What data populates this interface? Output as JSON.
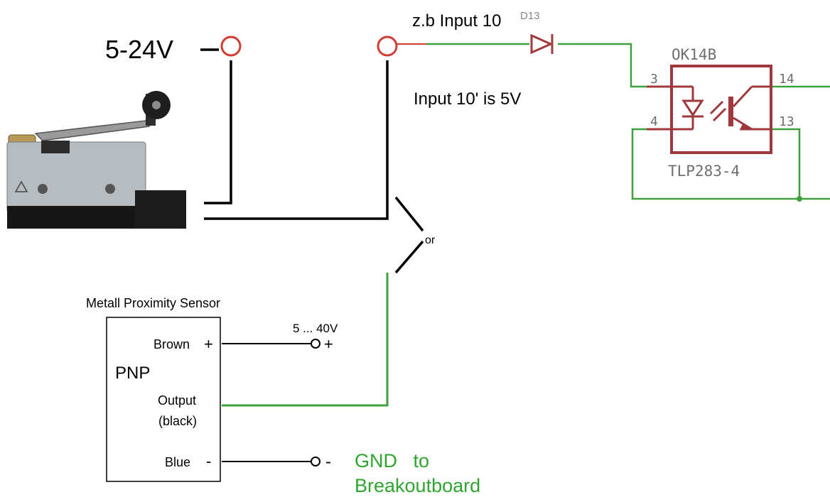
{
  "supply_label": "5-24V",
  "input_label": "z.b Input 10",
  "input_note": "Input 10' is  5V",
  "or_label": "or",
  "diode": {
    "ref": "D13"
  },
  "optocoupler": {
    "ref": "OK14B",
    "part": "TLP283-4",
    "pins": {
      "p3": "3",
      "p4": "4",
      "p14": "14",
      "p13": "13"
    }
  },
  "sensor": {
    "title": "Metall Proximity Sensor",
    "type_label": "PNP",
    "brown_label": "Brown",
    "brown_sign": "+",
    "output_line1": "Output",
    "output_line2": "(black)",
    "blue_label": "Blue",
    "blue_sign": "-",
    "supply_label": "5 ... 40V",
    "supply_sign": "+",
    "gnd_sign": "-"
  },
  "gnd_line1": "GND   to",
  "gnd_line2": "Breakoutboard",
  "colors": {
    "wire_black": "#000000",
    "wire_green": "#3ca03c",
    "opto_red": "#a0393c",
    "terminal_red": "#d23c32",
    "gnd_text_green": "#2ea52e",
    "pin_gray": "#6e6e6e"
  }
}
